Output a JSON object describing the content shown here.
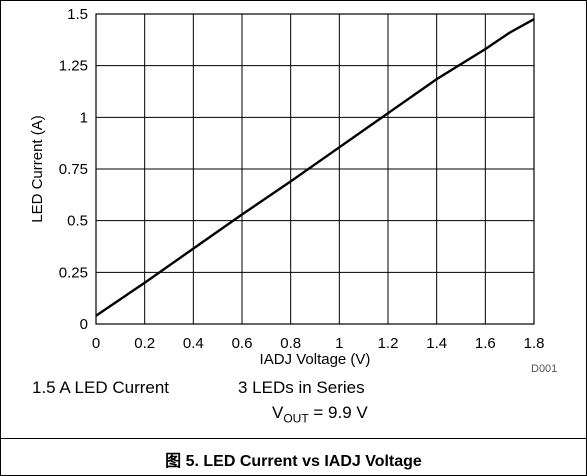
{
  "chart_data": {
    "type": "line",
    "xlabel": "IADJ Voltage (V)",
    "ylabel": "LED Current (A)",
    "xlim": [
      0,
      1.8
    ],
    "ylim": [
      0,
      1.5
    ],
    "x_ticks": [
      "0",
      "0.2",
      "0.4",
      "0.6",
      "0.8",
      "1",
      "1.2",
      "1.4",
      "1.6",
      "1.8"
    ],
    "y_ticks": [
      "0",
      "0.25",
      "0.5",
      "0.75",
      "1",
      "1.25",
      "1.5"
    ],
    "grid": true,
    "series": [
      {
        "x": [
          0,
          0.2,
          0.4,
          0.6,
          0.8,
          1.0,
          1.2,
          1.4,
          1.6,
          1.7,
          1.8
        ],
        "y": [
          0.04,
          0.2,
          0.365,
          0.53,
          0.69,
          0.855,
          1.02,
          1.185,
          1.33,
          1.41,
          1.475
        ]
      }
    ]
  },
  "figure_code": "D001",
  "notes": {
    "left": "1.5 A LED Current",
    "right": "3 LEDs in Series",
    "vout_prefix": "V",
    "vout_subscript": "OUT",
    "vout_value": " = 9.9 V"
  },
  "caption": "图 5. LED Current vs IADJ Voltage"
}
